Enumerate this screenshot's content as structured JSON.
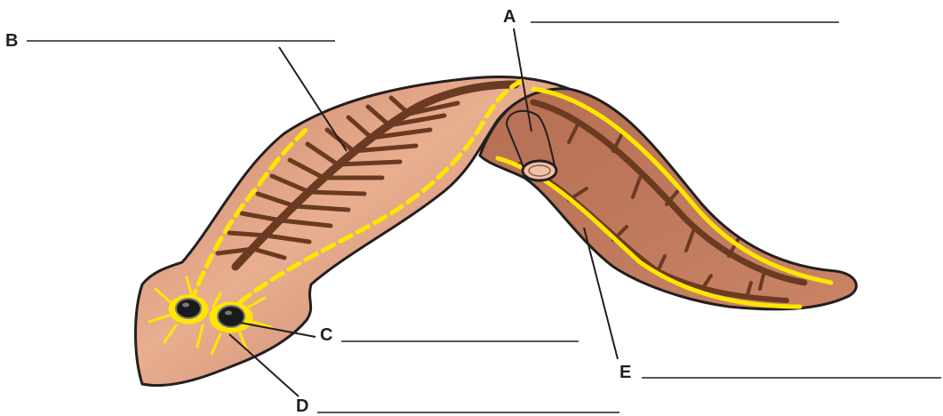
{
  "diagram": {
    "labels": {
      "a": "A",
      "b": "B",
      "c": "C",
      "d": "D",
      "e": "E"
    },
    "colors": {
      "outline": "#231f20",
      "body_light": "#e7a98a",
      "body_mid": "#c98466",
      "gut": "#6b3a22",
      "nerve": "#ffe600",
      "eyespot": "#1a1a1a",
      "leader": "#231f20"
    }
  }
}
